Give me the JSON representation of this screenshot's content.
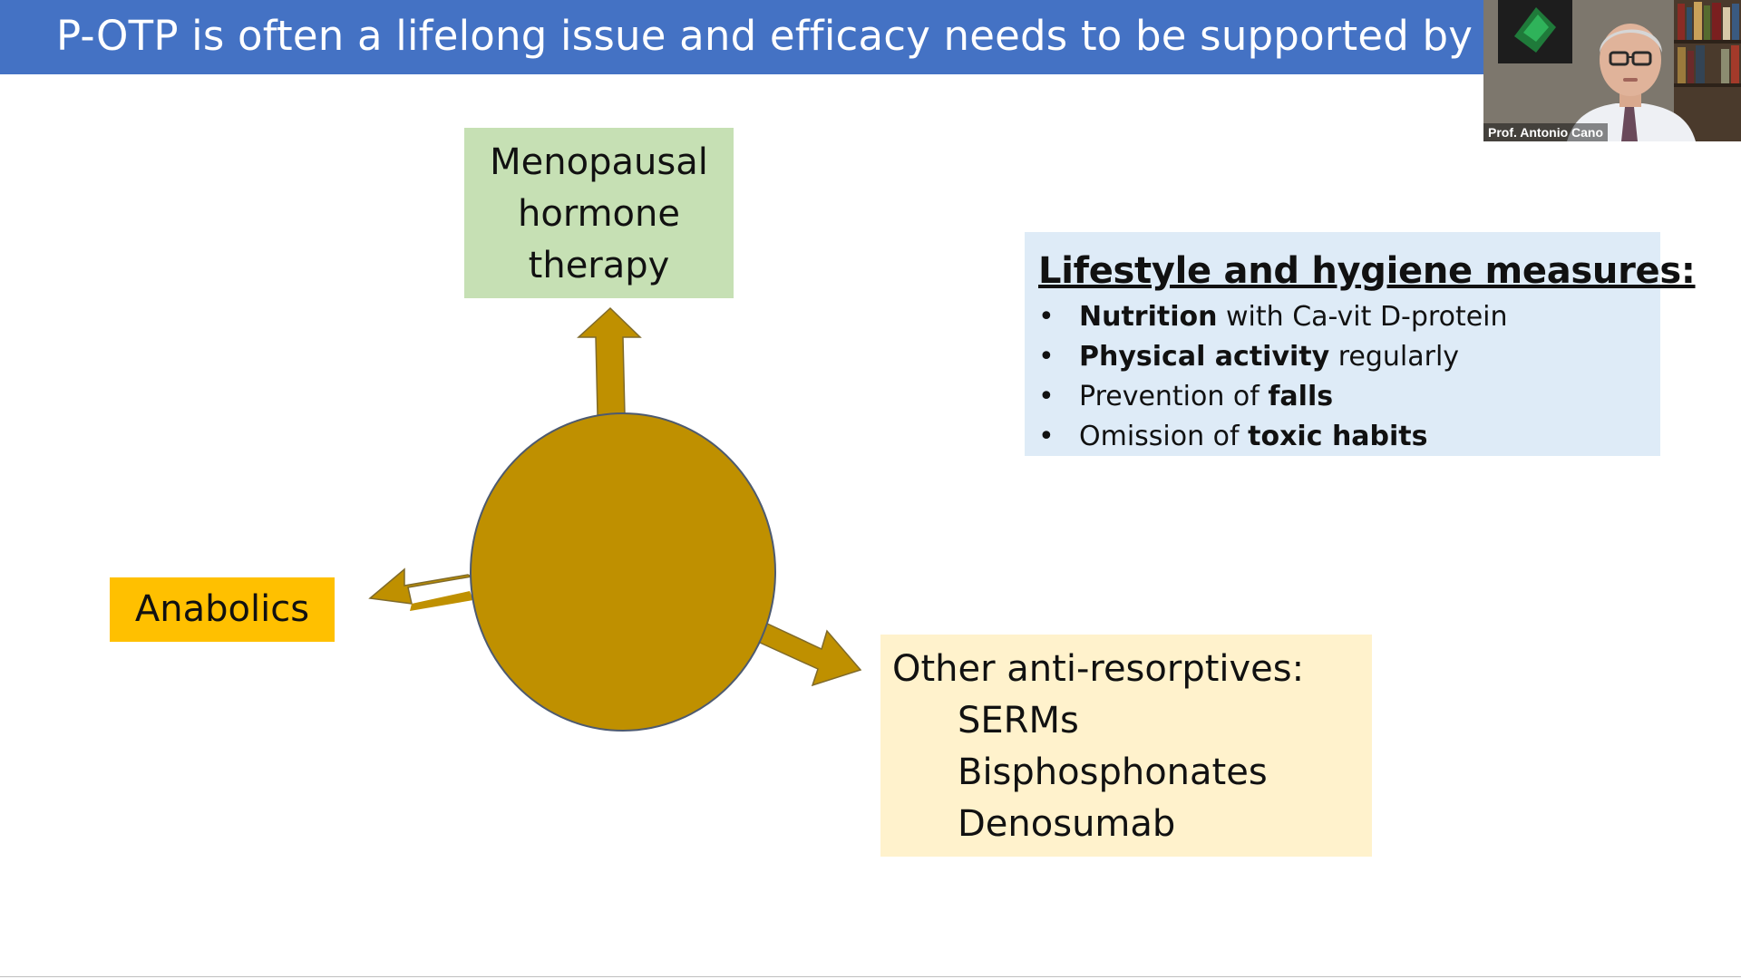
{
  "slide": {
    "title": "P-OTP is often a lifelong issue and efficacy needs to be supported by a",
    "speaker_name": "Prof. Antonio Cano",
    "boxes": {
      "menopausal_hormone_therapy": [
        "Menopausal",
        "hormone",
        "therapy"
      ],
      "anabolics": "Anabolics",
      "lifestyle": {
        "heading": "Lifestyle and hygiene measures:",
        "items": [
          {
            "bold": "Nutrition",
            "rest": " with Ca-vit D-protein"
          },
          {
            "bold": "Physical activity",
            "rest": " regularly"
          },
          {
            "pre": "Prevention of ",
            "bold": "falls"
          },
          {
            "pre": "Omission of ",
            "bold": "toxic habits"
          }
        ]
      },
      "other_antiresorptives": {
        "heading": "Other anti-resorptives:",
        "items": [
          "SERMs",
          "Bisphosphonates",
          "Denosumab"
        ]
      }
    }
  },
  "colors": {
    "title_bar": "#4472c4",
    "circle_and_arrows": "#bf9000",
    "mht_box": "#c6e0b4",
    "anabolics_box": "#ffc000",
    "lifestyle_box": "#deebf7",
    "other_box": "#fff2cc"
  }
}
